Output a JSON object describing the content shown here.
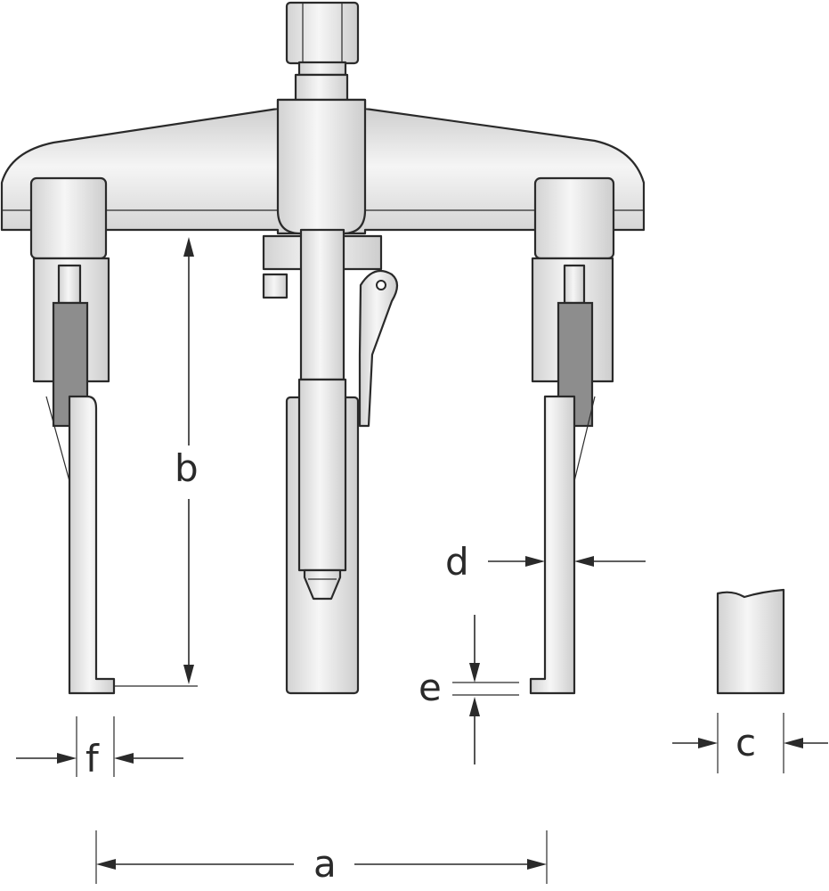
{
  "diagram": {
    "labels": {
      "a": "a",
      "b": "b",
      "c": "c",
      "d": "d",
      "e": "e",
      "f": "f"
    },
    "colors": {
      "stroke": "#2a2a2a",
      "metal_light": "#f4f4f4",
      "metal_dark": "#cfcfcf",
      "insert": "#8d8d8d"
    }
  }
}
